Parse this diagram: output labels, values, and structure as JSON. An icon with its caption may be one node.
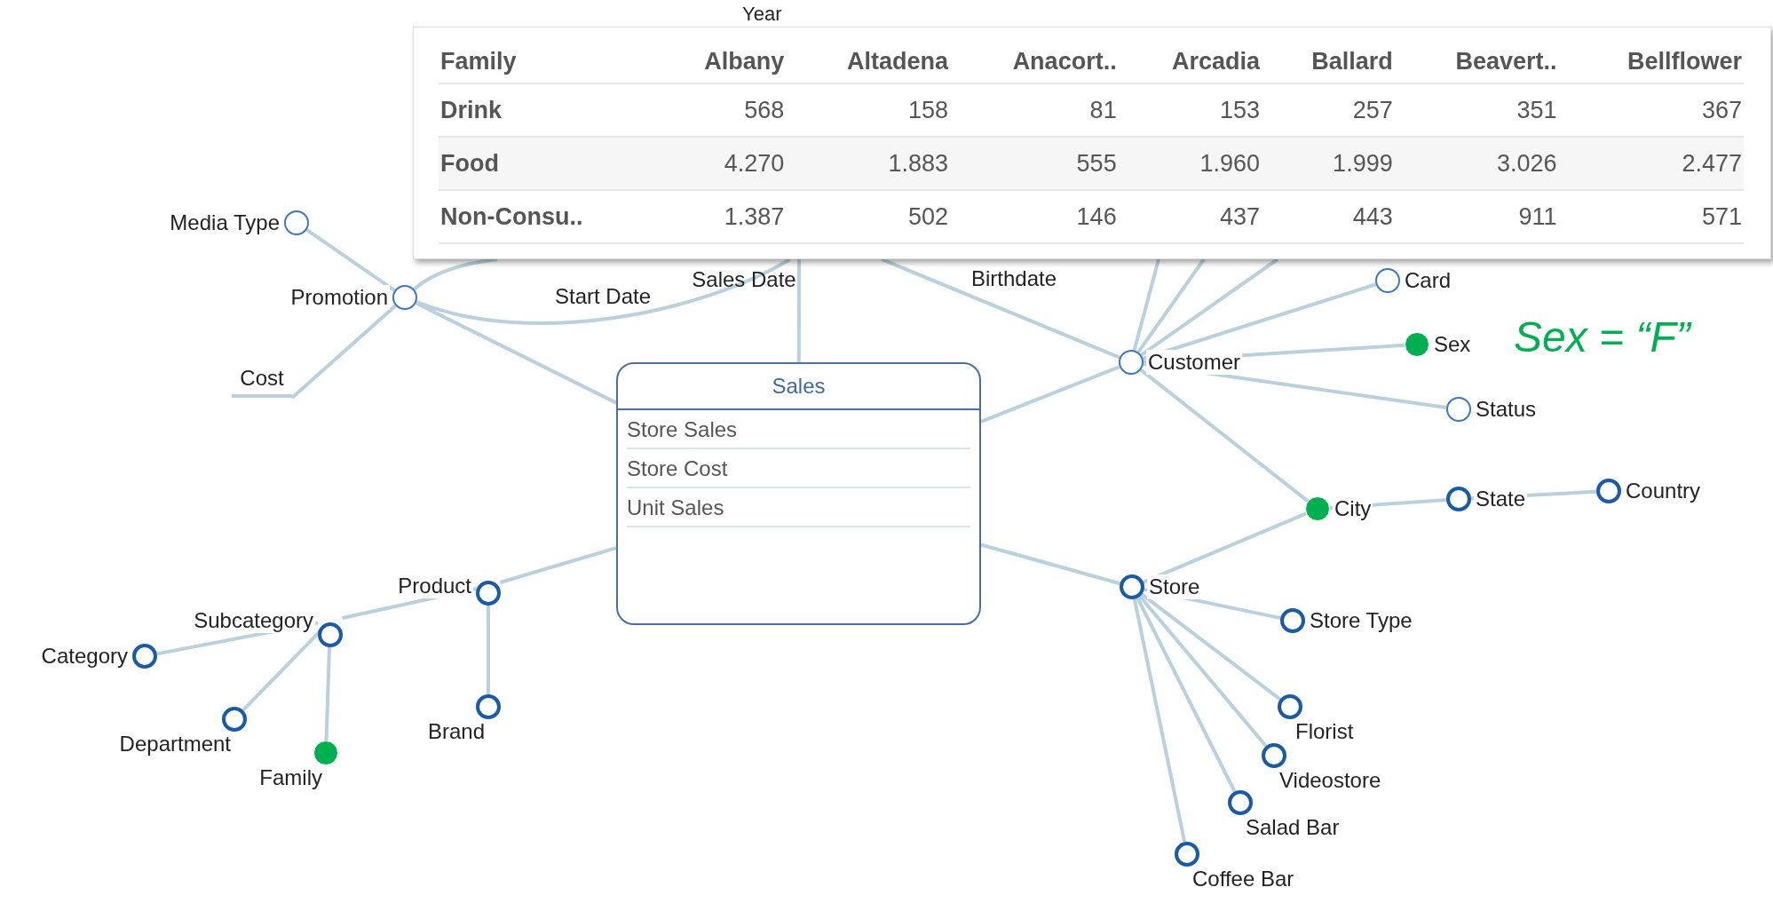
{
  "diagram": {
    "nodes": [
      {
        "text": [
          "Media Type"
        ]
      },
      {
        "text": [
          "Promotion"
        ]
      },
      {
        "text": [
          "Cost"
        ]
      },
      {
        "text": [
          "Sales",
          "Store Sales",
          "Store Cost",
          "Unit Sales"
        ]
      },
      {
        "text": [
          "Card"
        ]
      },
      {
        "text": [
          "Customer"
        ]
      },
      {
        "text": [
          "Sex"
        ]
      },
      {
        "text": [
          "Status"
        ]
      },
      {
        "text": [
          "Country"
        ]
      },
      {
        "text": [
          "City"
        ]
      },
      {
        "text": [
          "State"
        ]
      },
      {
        "text": [
          "Store"
        ]
      },
      {
        "text": [
          "Product"
        ]
      },
      {
        "text": [
          "Subcategory"
        ]
      },
      {
        "text": [
          "Store Type"
        ]
      },
      {
        "text": [
          "Category"
        ]
      },
      {
        "text": [
          "Brand"
        ]
      },
      {
        "text": [
          "Department"
        ]
      },
      {
        "text": [
          "Florist"
        ]
      },
      {
        "text": [
          "Family"
        ]
      },
      {
        "text": [
          "Videostore"
        ]
      },
      {
        "text": [
          "Salad Bar"
        ]
      },
      {
        "text": [
          "Coffee Bar"
        ]
      }
    ],
    "edges": [
      {
        "from": 1,
        "to": 0,
        "arrow": "none"
      },
      {
        "from": 1,
        "to": 2,
        "arrow": "none"
      },
      {
        "from": 1,
        "to": 3,
        "arrow": "none"
      },
      {
        "from": 1,
        "to": null,
        "arrow": "none"
      },
      {
        "from": 1,
        "to": null,
        "arrow": "none",
        "label": "Start Date"
      },
      {
        "from": 3,
        "to": null,
        "arrow": "none",
        "label": "Sales Date"
      },
      {
        "from": 5,
        "to": null,
        "arrow": "none",
        "label": "Birthdate"
      },
      {
        "from": 5,
        "to": null,
        "arrow": "none"
      },
      {
        "from": 5,
        "to": null,
        "arrow": "none"
      },
      {
        "from": 5,
        "to": null,
        "arrow": "none"
      },
      {
        "from": 5,
        "to": 4,
        "arrow": "none"
      },
      {
        "from": 5,
        "to": 6,
        "arrow": "none"
      },
      {
        "from": 5,
        "to": 7,
        "arrow": "none"
      },
      {
        "from": 5,
        "to": 9,
        "arrow": "none"
      },
      {
        "from": 3,
        "to": 5,
        "arrow": "none"
      },
      {
        "from": 9,
        "to": 10,
        "arrow": "none"
      },
      {
        "from": 10,
        "to": 8,
        "arrow": "none"
      },
      {
        "from": 3,
        "to": 11,
        "arrow": "none"
      },
      {
        "from": 11,
        "to": 9,
        "arrow": "none"
      },
      {
        "from": 11,
        "to": 14,
        "arrow": "none"
      },
      {
        "from": 11,
        "to": 18,
        "arrow": "none"
      },
      {
        "from": 11,
        "to": 20,
        "arrow": "none"
      },
      {
        "from": 11,
        "to": 21,
        "arrow": "none"
      },
      {
        "from": 11,
        "to": 22,
        "arrow": "none"
      },
      {
        "from": 3,
        "to": 12,
        "arrow": "none"
      },
      {
        "from": 12,
        "to": 13,
        "arrow": "none"
      },
      {
        "from": 12,
        "to": 16,
        "arrow": "none"
      },
      {
        "from": 13,
        "to": 15,
        "arrow": "none"
      },
      {
        "from": 13,
        "to": 17,
        "arrow": "none"
      },
      {
        "from": 13,
        "to": 19,
        "arrow": "none"
      }
    ],
    "labels": [
      "Year",
      "Family",
      "Albany",
      "Altadena",
      "Anacort..",
      "Arcadia",
      "Ballard",
      "Beavert..",
      "Bellflower",
      "Drink",
      "568",
      "158",
      "81",
      "153",
      "257",
      "351",
      "367",
      "Food",
      "4.270",
      "1.883",
      "555",
      "1.960",
      "1.999",
      "3.026",
      "2.477",
      "Non-Consu..",
      "1.387",
      "502",
      "146",
      "437",
      "443",
      "911",
      "571",
      "Sex = “F”"
    ]
  }
}
